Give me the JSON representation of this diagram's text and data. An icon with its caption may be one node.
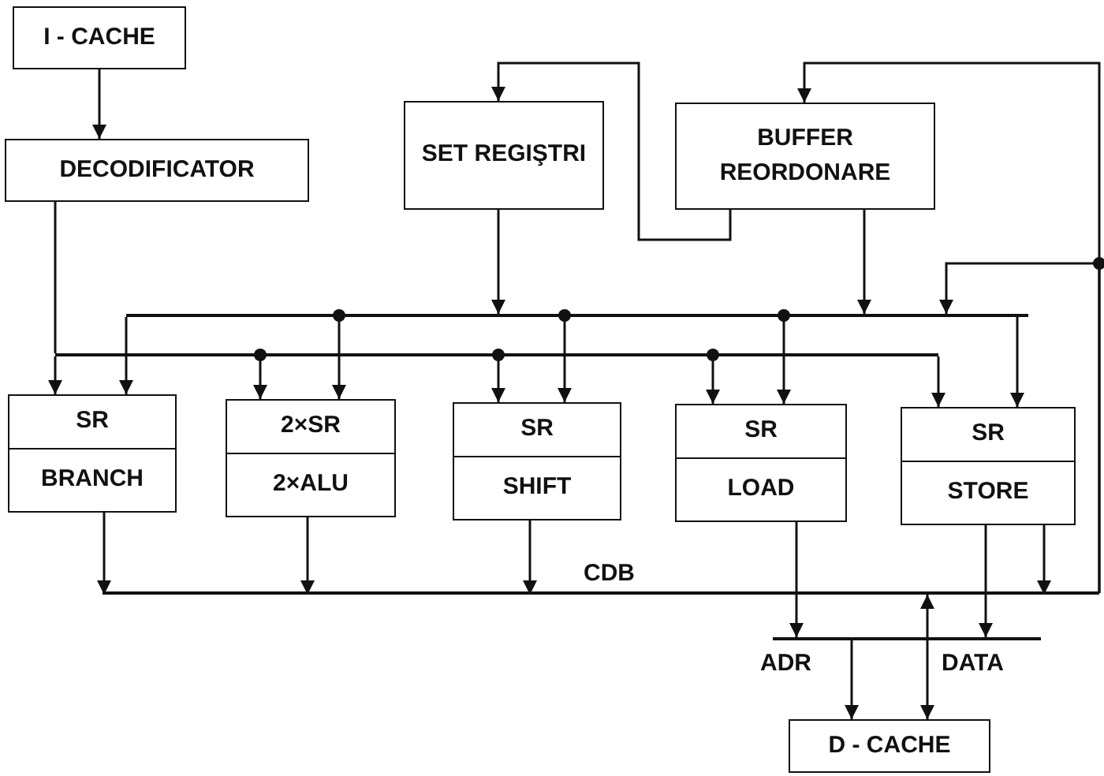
{
  "diagram": {
    "nodes": [
      {
        "text": [
          "I - CACHE"
        ]
      },
      {
        "text": [
          "DECODIFICATOR"
        ]
      },
      {
        "text": [
          "SET REGIŞTRI"
        ]
      },
      {
        "text": [
          "BUFFER REORDONARE"
        ]
      },
      {
        "text": [
          "SR",
          "BRANCH"
        ]
      },
      {
        "text": [
          "2×SR",
          "2×ALU"
        ]
      },
      {
        "text": [
          "SR",
          "SHIFT"
        ]
      },
      {
        "text": [
          "SR",
          "LOAD"
        ]
      },
      {
        "text": [
          "SR",
          "STORE"
        ]
      },
      {
        "text": [
          "D - CACHE"
        ]
      },
      {
        "text": [],
        "shape": "bar",
        "beside": [
          "CDB"
        ]
      },
      {
        "text": [],
        "shape": "bar"
      },
      {
        "text": [],
        "shape": "bar"
      },
      {
        "text": [],
        "shape": "bar"
      }
    ],
    "edges": [
      {
        "from": 0,
        "to": 1,
        "arrow": "to"
      },
      {
        "from": 1,
        "to": 12,
        "arrow": "none"
      },
      {
        "from": 12,
        "to": 4,
        "arrow": "to"
      },
      {
        "from": 12,
        "to": 5,
        "arrow": "to"
      },
      {
        "from": 12,
        "to": 6,
        "arrow": "to"
      },
      {
        "from": 12,
        "to": 7,
        "arrow": "to"
      },
      {
        "from": 12,
        "to": 8,
        "arrow": "to"
      },
      {
        "from": 2,
        "to": 11,
        "arrow": "to"
      },
      {
        "from": 3,
        "to": 11,
        "arrow": "to"
      },
      {
        "from": 11,
        "to": 4,
        "arrow": "to"
      },
      {
        "from": 11,
        "to": 5,
        "arrow": "to"
      },
      {
        "from": 11,
        "to": 6,
        "arrow": "to"
      },
      {
        "from": 11,
        "to": 7,
        "arrow": "to"
      },
      {
        "from": 11,
        "to": 8,
        "arrow": "to"
      },
      {
        "from": 4,
        "to": 10,
        "arrow": "to"
      },
      {
        "from": 5,
        "to": 10,
        "arrow": "to"
      },
      {
        "from": 6,
        "to": 10,
        "arrow": "to"
      },
      {
        "from": 8,
        "to": 10,
        "arrow": "to"
      },
      {
        "from": 7,
        "to": 13,
        "arrow": "to"
      },
      {
        "from": 8,
        "to": 13,
        "arrow": "to"
      },
      {
        "from": 13,
        "to": 9,
        "arrow": "to",
        "label": "ADR"
      },
      {
        "from": 9,
        "to": 10,
        "arrow": "both",
        "label": "DATA"
      },
      {
        "from": 10,
        "to": 3,
        "arrow": "to"
      },
      {
        "from": 10,
        "to": 11,
        "arrow": "to"
      },
      {
        "from": 3,
        "to": 2,
        "arrow": "to"
      }
    ]
  }
}
